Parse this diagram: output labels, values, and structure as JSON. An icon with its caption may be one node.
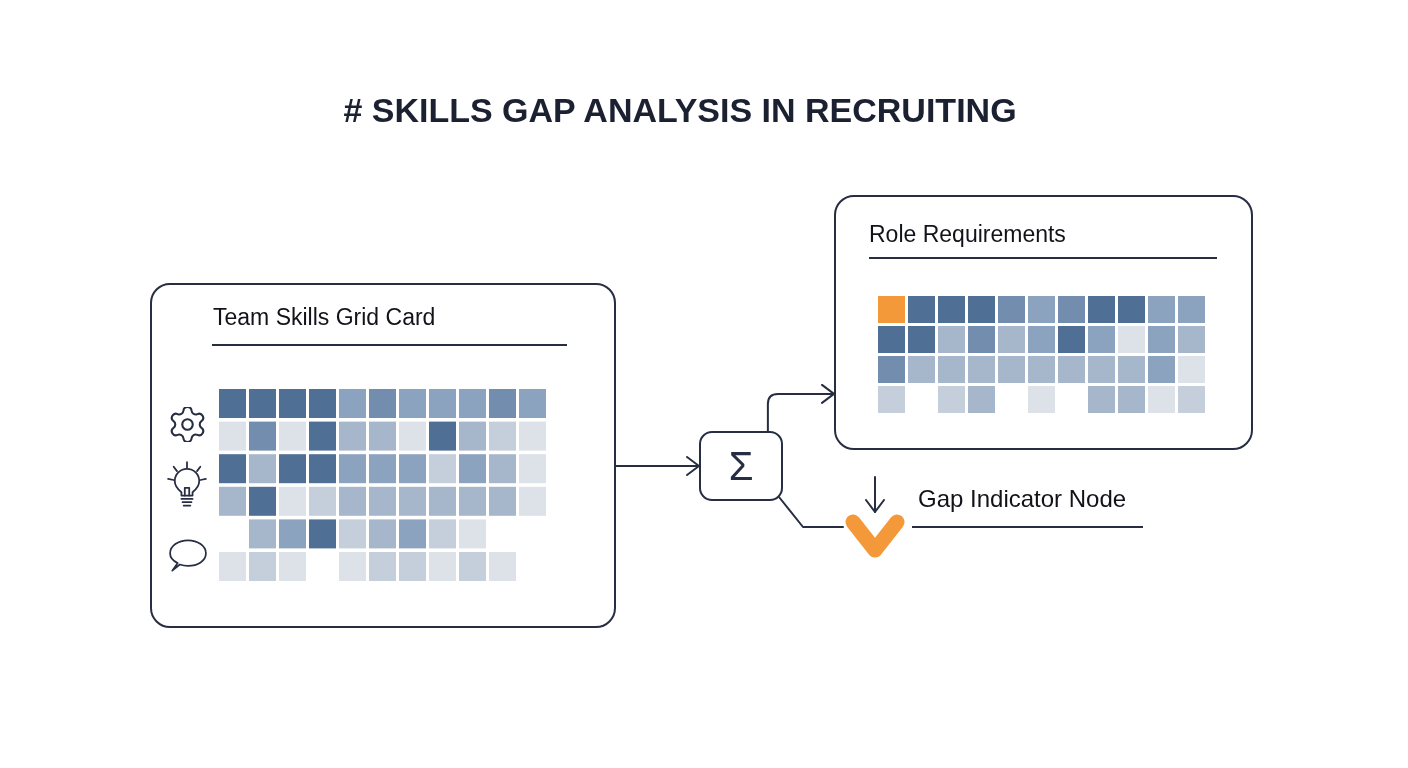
{
  "diagram": {
    "title": "# SKILLS GAP ANALYSIS IN RECRUITING",
    "nodes": [
      {
        "text": [
          "Team Skills Grid Card"
        ]
      },
      {
        "text": [
          "Σ"
        ]
      },
      {
        "text": [
          "Role Requirements"
        ]
      },
      {
        "text": [],
        "shape": "chevron",
        "beside": [
          "Gap Indicator Node"
        ]
      }
    ],
    "edges": [
      {
        "from": 0,
        "to": 1,
        "arrow": "to"
      },
      {
        "from": 1,
        "to": 2,
        "arrow": "to"
      },
      {
        "from": 1,
        "to": 3,
        "arrow": "none"
      },
      {
        "from": null,
        "to": 3,
        "arrow": "to"
      }
    ]
  }
}
